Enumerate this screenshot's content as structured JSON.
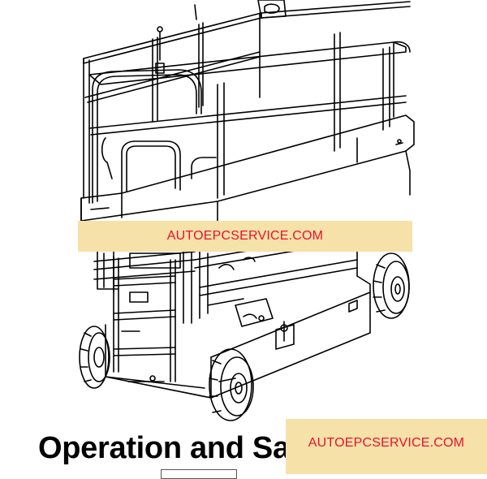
{
  "document": {
    "title": "Operation and Sa",
    "illustration": "scissor-lift-line-drawing"
  },
  "watermarks": [
    {
      "text": "AUTOEPCSERVICE.COM"
    },
    {
      "text": "AUTOEPCSERVICE.COM"
    }
  ],
  "colors": {
    "watermark_background": "#f6e1a9",
    "watermark_text": "#e8112d",
    "line_art": "#000000",
    "page": "#ffffff"
  }
}
